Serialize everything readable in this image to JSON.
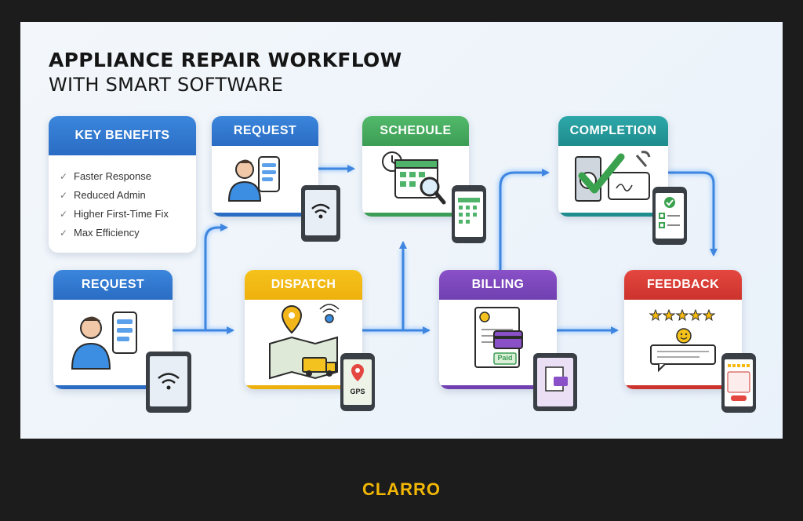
{
  "title_line1": "APPLIANCE REPAIR WORKFLOW",
  "title_line2": "WITH SMART SOFTWARE",
  "benefits": {
    "heading": "KEY BENEFITS",
    "items": [
      "Faster Response",
      "Reduced Admin",
      "Higher First-Time Fix",
      "Max Efficiency"
    ]
  },
  "steps": {
    "request_top": "REQUEST",
    "schedule": "SCHEDULE",
    "completion": "COMPLETION",
    "request_bottom": "REQUEST",
    "dispatch": "DISPATCH",
    "billing": "BILLING",
    "feedback": "FEEDBACK"
  },
  "labels": {
    "gps": "GPS",
    "paid": "Paid"
  },
  "brand": "CLARRO",
  "colors": {
    "blue": "#2a6cc4",
    "green": "#3c9d55",
    "teal": "#1f8c8e",
    "yellow": "#eeb00d",
    "purple": "#7040b0",
    "red": "#cc332c",
    "arrow": "#3e86e0",
    "brand": "#f2b705"
  },
  "icons": [
    "user-icon",
    "phone-icon",
    "tablet-wifi-icon",
    "calendar-icon",
    "magnifier-icon",
    "checkmark-icon",
    "appliance-icon",
    "wrench-icon",
    "map-pin-icon",
    "van-icon",
    "invoice-icon",
    "credit-card-icon",
    "stars-icon",
    "smiley-icon"
  ]
}
